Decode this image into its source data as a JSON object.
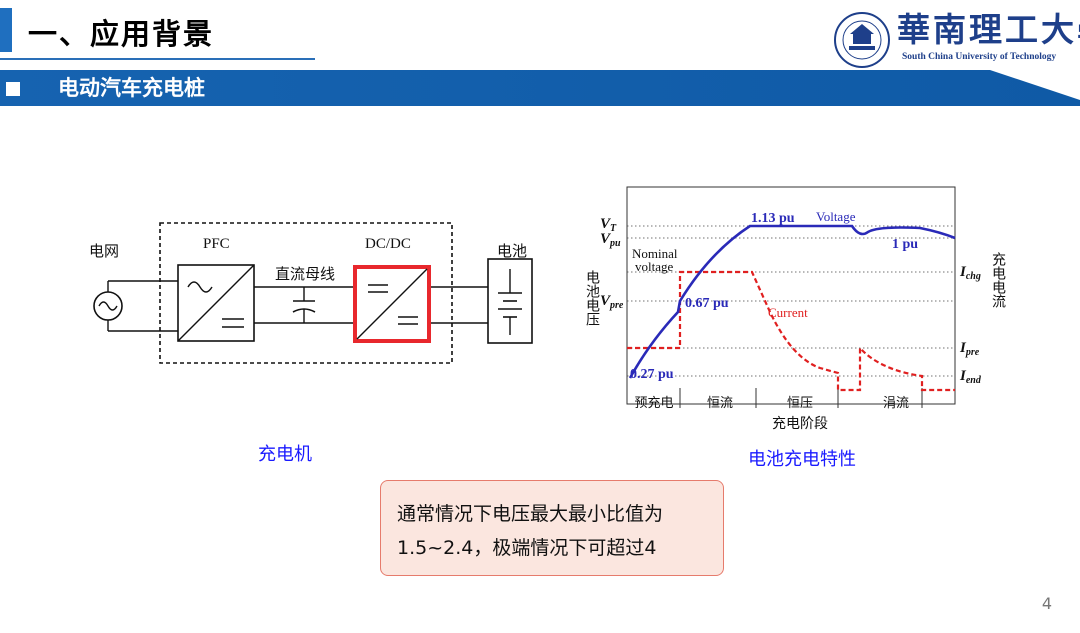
{
  "header": {
    "title": "一、应用背景",
    "section": "电动汽车充电桩",
    "logo_cn": "華南理工大學",
    "logo_en": "South China University of Technology"
  },
  "circuit": {
    "grid_label": "电网",
    "pfc_label": "PFC",
    "bus_label": "直流母线",
    "dcdc_label": "DC/DC",
    "battery_label": "电池",
    "caption": "充电机"
  },
  "charging_chart": {
    "caption": "电池充电特性",
    "y_left_label": "电池电压",
    "y_right_label": "充电电流",
    "x_label": "充电阶段",
    "phases": [
      "预充电",
      "恒流",
      "恒压",
      "涓流"
    ],
    "left_ticks": {
      "vt": "V",
      "vt_sub": "T",
      "vpu": "V",
      "vpu_sub": "pu",
      "vpre": "V",
      "vpre_sub": "pre"
    },
    "right_ticks": {
      "ichg": "I",
      "ichg_sub": "chg",
      "ipre": "I",
      "ipre_sub": "pre",
      "iend": "I",
      "iend_sub": "end"
    },
    "annotations": {
      "v113": "1.13 pu",
      "voltage": "Voltage",
      "v1": "1 pu",
      "nominal1": "Nominal",
      "nominal2": "voltage",
      "v067": "0.67 pu",
      "current": "Current",
      "v027": "0.27 pu"
    },
    "colors": {
      "voltage": "#2a2ab8",
      "current": "#e02020"
    }
  },
  "note": {
    "line1": "通常情况下电压最大最小比值为",
    "line2": "1.5~2.4，极端情况下可超过4"
  },
  "page_number": "4",
  "colors": {
    "accent": "#1f6fbf",
    "highlight": "#e8282d"
  }
}
